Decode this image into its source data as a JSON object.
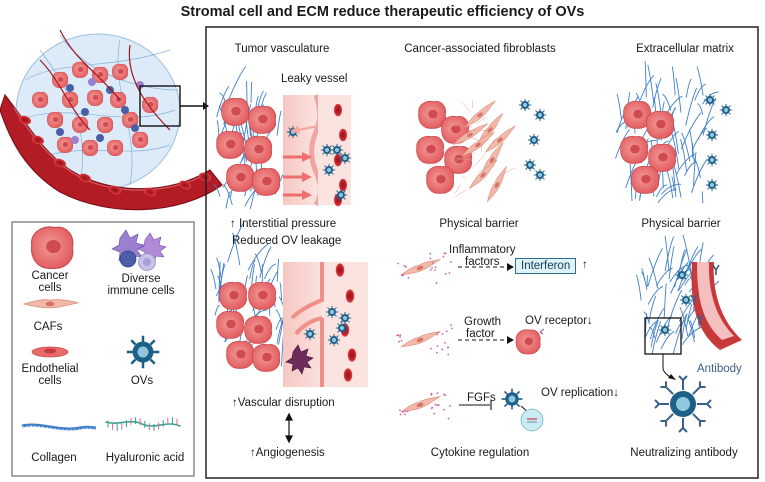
{
  "title": "Stromal cell and ECM reduce therapeutic efficiency of OVs",
  "columns": {
    "tumor_vasculature": "Tumor vasculature",
    "cafs": "Cancer-associated fibroblasts",
    "ecm": "Extracellular matrix"
  },
  "labels": {
    "leaky_vessel": "Leaky vessel",
    "interstitial_pressure": "Interstitial pressure",
    "reduced_leakage": "Reduced OV leakage",
    "physical_barrier_1": "Physical barrier",
    "physical_barrier_2": "Physical barrier",
    "inflammatory_factors_1": "Inflammatory",
    "inflammatory_factors_2": "factors",
    "interferon": "Interferon",
    "growth_factor_1": "Growth",
    "growth_factor_2": "factor",
    "ov_receptor": "OV receptor",
    "fgfs": "FGFs",
    "ov_replication": "OV replication",
    "vascular_disruption": "Vascular disruption",
    "angiogenesis": "Angiogenesis",
    "cytokine_regulation": "Cytokine regulation",
    "neutralizing_antibody": "Neutralizing antibody",
    "antibody": "Antibody",
    "up_arrow": "↑",
    "down_arrow": "↓"
  },
  "legend": {
    "cancer_cells_1": "Cancer",
    "cancer_cells_2": "cells",
    "immune_1": "Diverse",
    "immune_2": "immune cells",
    "cafs": "CAFs",
    "ovs": "OVs",
    "endothelial_1": "Endothelial",
    "endothelial_2": "cells",
    "collagen": "Collagen",
    "hyaluronic": "Hyaluronic acid"
  },
  "colors": {
    "cancer_cell": "#e8686a",
    "cancer_cell_dark": "#c84a4e",
    "vessel": "#e0363c",
    "vessel_wall": "#f2a5a0",
    "collagen": "#3f7fc8",
    "ov": "#1e5f86",
    "immune": "#9b7fd0",
    "caf": "#f2b8a8",
    "rbc": "#c8232b"
  }
}
